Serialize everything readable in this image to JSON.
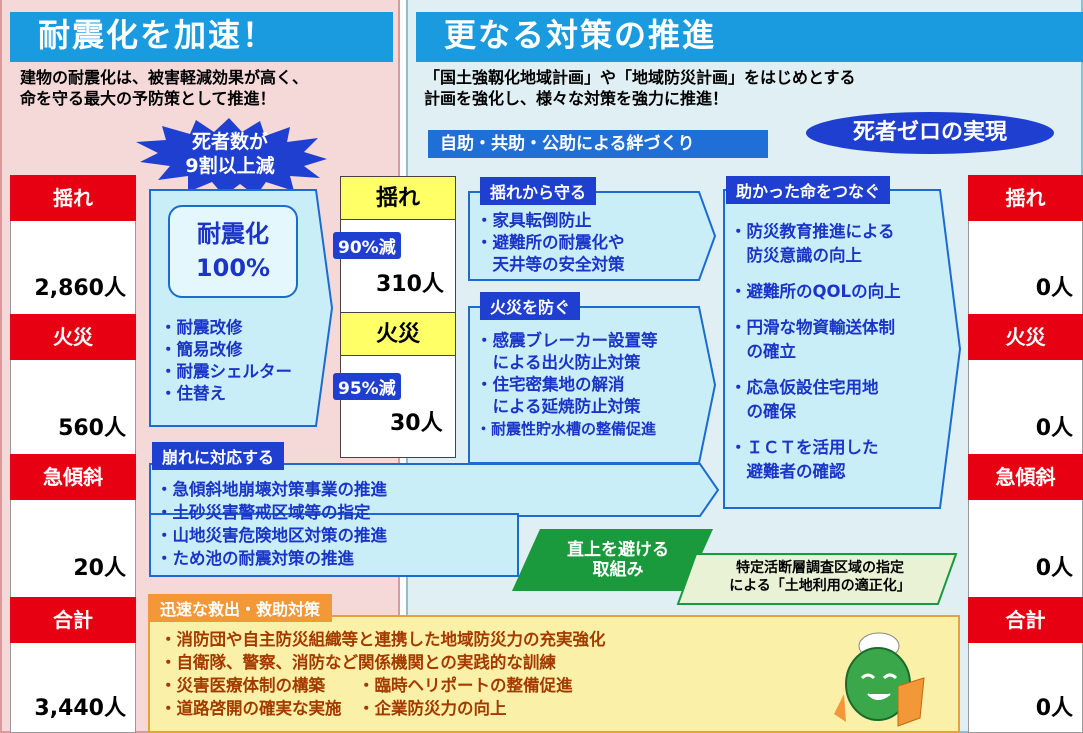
{
  "left": {
    "title": "耐震化を加速！",
    "lead_1": "建物の耐震化は、被害軽減効果が高く、",
    "lead_2": "命を守る最大の予防策として推進！",
    "burst_line_1": "死者数が",
    "burst_line_2": "9割以上減",
    "before_table": [
      {
        "head": "揺れ",
        "value": "2,860人"
      },
      {
        "head": "火災",
        "value": "560人"
      },
      {
        "head": "急傾斜",
        "value": "20人"
      },
      {
        "head": "合計",
        "value": "3,440人"
      }
    ],
    "taishin_box": {
      "line_1": "耐震化",
      "line_2": "100%"
    },
    "taishin_items": [
      "・耐震改修",
      "・簡易改修",
      "・耐震シェルター",
      "・住替え"
    ],
    "mid_table": [
      {
        "head": "揺れ",
        "reduce": "90%減",
        "value": "310人"
      },
      {
        "head": "火災",
        "reduce": "95%減",
        "value": "30人"
      }
    ]
  },
  "right": {
    "title": "更なる対策の推進",
    "lead_1": "「国土強靱化地域計画」や「地域防災計画」をはじめとする",
    "lead_2": "計画を強化し、様々な対策を強力に推進！",
    "kizuna_tag": "自助・共助・公助による絆づくり",
    "goal_oval": "死者ゼロの実現",
    "yure_section": {
      "tag": "揺れから守る",
      "items": [
        "・家具転倒防止",
        "・避難所の耐震化や",
        "　天井等の安全対策"
      ]
    },
    "kasai_section": {
      "tag": "火災を防ぐ",
      "items": [
        "・感震ブレーカー設置等",
        "　による出火防止対策",
        "・住宅密集地の解消",
        "　による延焼防止対策",
        "・耐震性貯水槽の整備促進"
      ]
    },
    "inochi_section": {
      "tag": "助かった命をつなぐ",
      "items": [
        "・防災教育推進による",
        "　防災意識の向上",
        "・避難所のQOLの向上",
        "・円滑な物資輸送体制",
        "　の確立",
        "・応急仮設住宅用地",
        "　の確保",
        "・ＩＣＴを活用した",
        "　避難者の確認"
      ]
    },
    "after_table": [
      {
        "head": "揺れ",
        "value": "0人"
      },
      {
        "head": "火災",
        "value": "0人"
      },
      {
        "head": "急傾斜",
        "value": "0人"
      },
      {
        "head": "合計",
        "value": "0人"
      }
    ]
  },
  "kuzure": {
    "tag": "崩れに対応する",
    "items": [
      "・急傾斜地崩壊対策事業の推進",
      "・土砂災害警戒区域等の指定",
      "・山地災害危険地区対策の推進",
      "・ため池の耐震対策の推進"
    ]
  },
  "chokujo": {
    "line_1": "直上を避ける",
    "line_2": "取組み"
  },
  "tokutei": {
    "line_1": "特定活断層調査区域の指定",
    "line_2": "による「土地利用の適正化」"
  },
  "kyushutsu": {
    "tag": "迅速な救出・救助対策",
    "items": [
      "・消防団や自主防災組織等と連携した地域防災力の充実強化",
      "・自衛隊、警察、消防など関係機関との実践的な訓練",
      "・災害医療体制の構築　　・臨時ヘリポートの整備促進",
      "・道路啓開の確実な実施　・企業防災力の向上"
    ]
  },
  "colors": {
    "red": "#e60012",
    "blue": "#1a9be0",
    "navy": "#1f3fd0",
    "green": "#1a9a3c"
  }
}
